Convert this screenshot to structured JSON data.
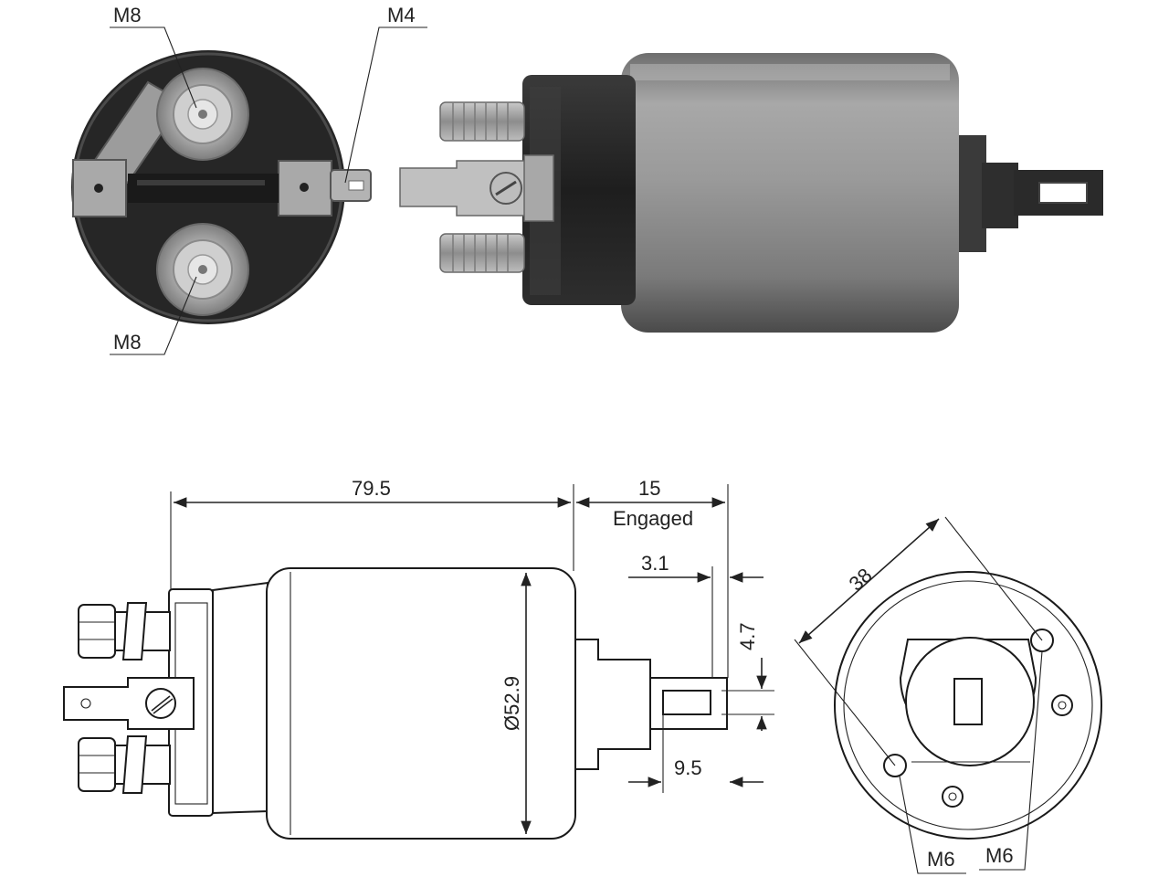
{
  "photo_end_view": {
    "label_top_left": "M8",
    "label_top_right": "M4",
    "label_bottom": "M8"
  },
  "drawing_side_view": {
    "length": "79.5",
    "stroke": "15",
    "stroke_note": "Engaged",
    "plunger_offset": "3.1",
    "slot_width": "4.7",
    "slot_length": "9.5",
    "diameter": "Ø52.9"
  },
  "drawing_end_view": {
    "bolt_circle": "38",
    "hole_left": "M6",
    "hole_right": "M6"
  },
  "colors": {
    "line": "#222222",
    "body_dark": "#2b2b2b",
    "body_silver": "#8f8f8f"
  }
}
